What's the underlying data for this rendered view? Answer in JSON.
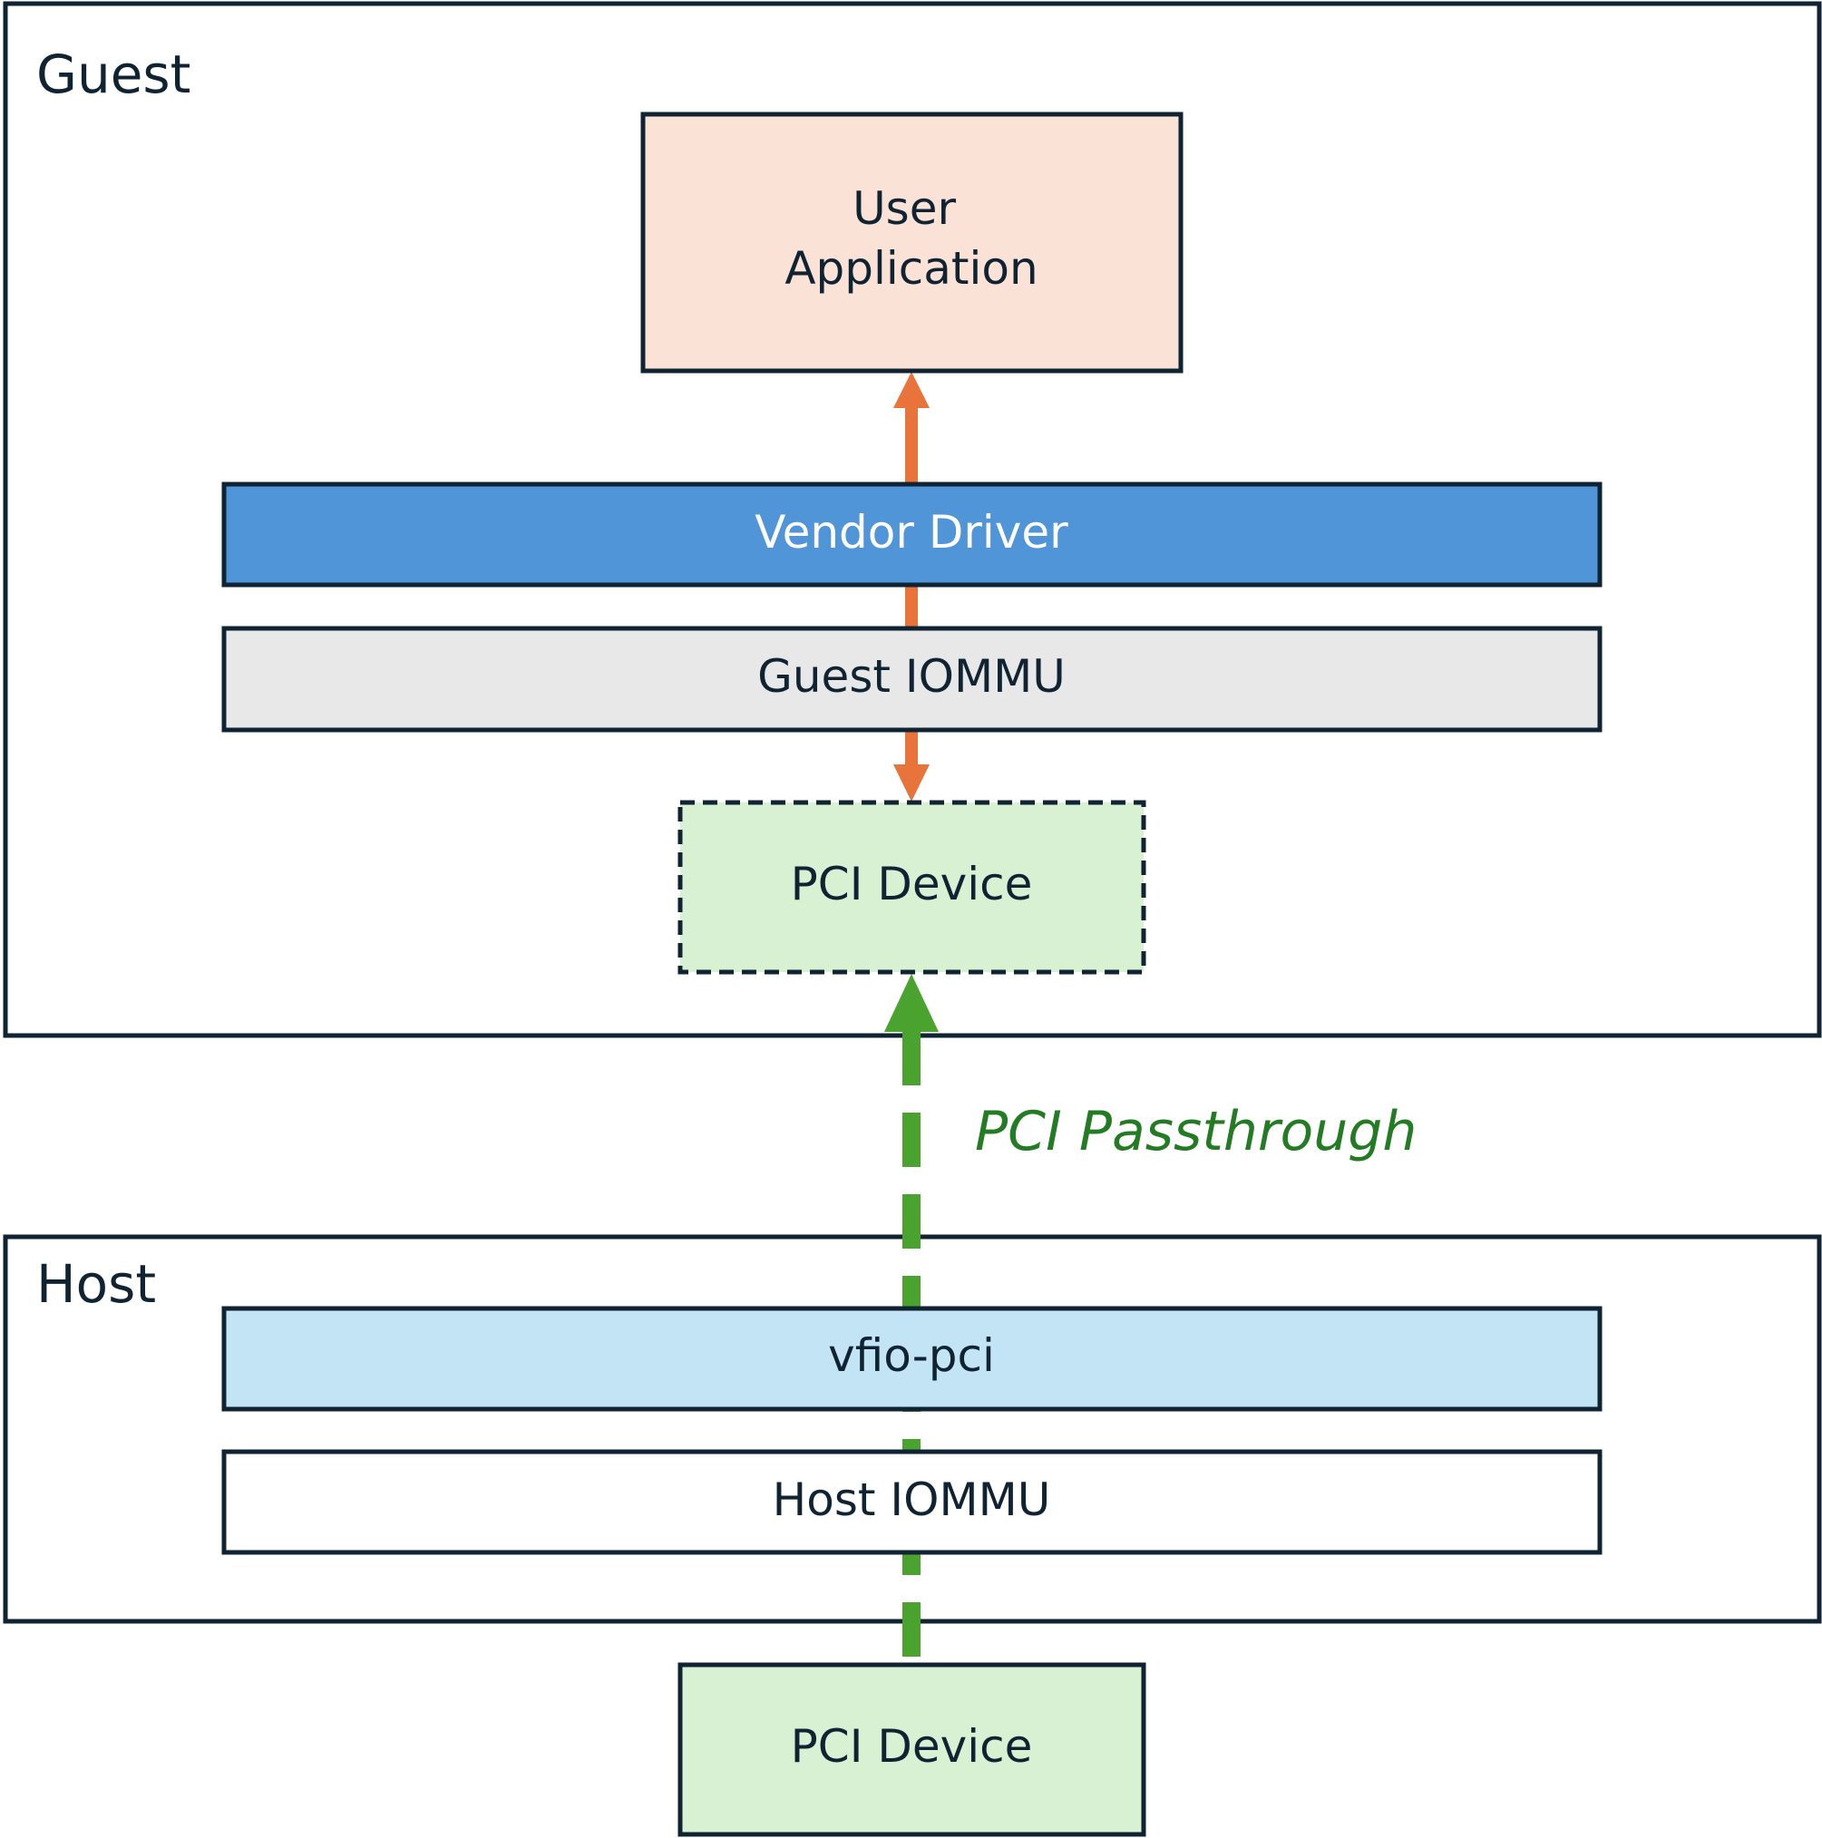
{
  "guest": {
    "title": "Guest",
    "user_application": [
      "User",
      "Application"
    ],
    "vendor_driver": "Vendor Driver",
    "guest_iommu": "Guest IOMMU",
    "virtual_pci_device": "PCI Device"
  },
  "passthrough": {
    "label": "PCI Passthrough"
  },
  "host": {
    "title": "Host",
    "vfio_pci": "vfio-pci",
    "host_iommu": "Host IOMMU",
    "physical_pci_device": "PCI Device"
  },
  "colors": {
    "border": "#0f2332",
    "user_application_fill": "#fbe2d6",
    "vendor_driver_fill": "#4f95d8",
    "guest_iommu_fill": "#e8e8e8",
    "pci_device_fill": "#d9f1d3",
    "vfio_pci_fill": "#c3e4f5",
    "host_iommu_fill": "#ffffff",
    "orange_arrow": "#e8743b",
    "green_arrow": "#4aa32e",
    "passthrough_text": "#237b23"
  }
}
